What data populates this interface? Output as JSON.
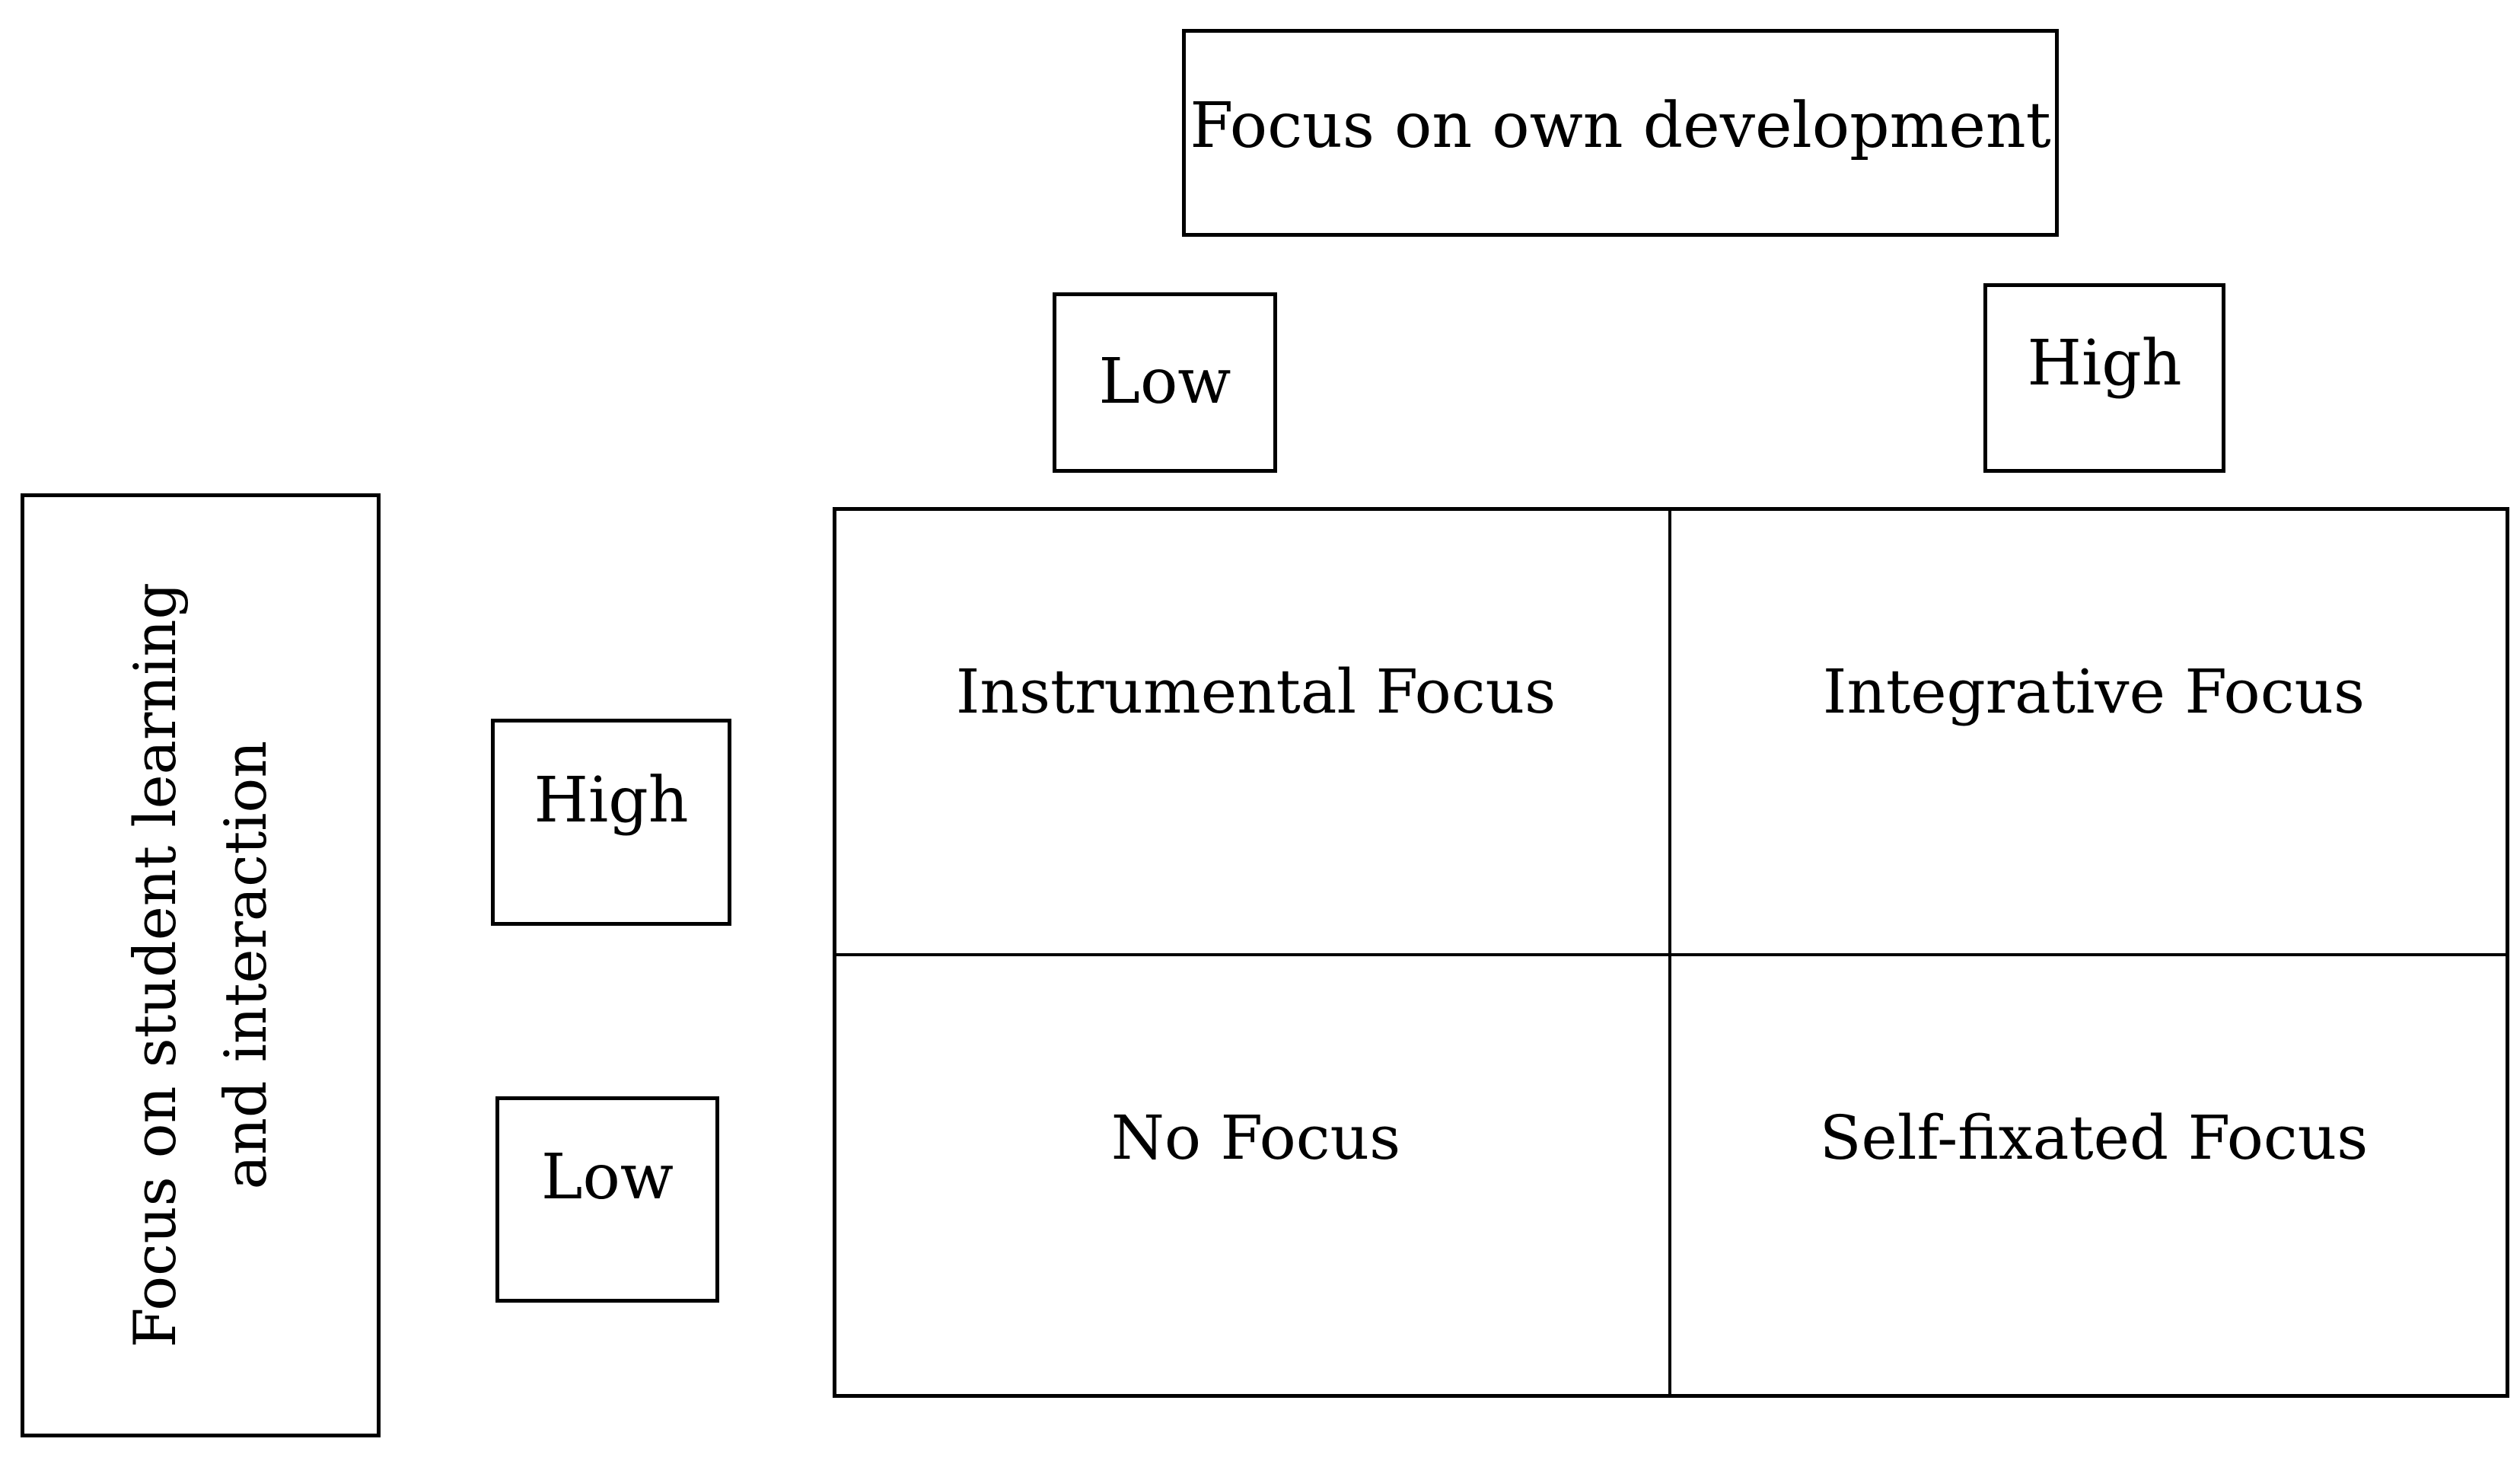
{
  "top_axis": {
    "title": "Focus on own development",
    "low_label": "Low",
    "high_label": "High"
  },
  "left_axis": {
    "title_line1": "Focus on student learning",
    "title_line2": "and interaction",
    "high_label": "High",
    "low_label": "Low"
  },
  "matrix": {
    "top_left": "Instrumental Focus",
    "top_right": "Integrative Focus",
    "bottom_left": "No Focus",
    "bottom_right": "Self-fixated Focus"
  }
}
